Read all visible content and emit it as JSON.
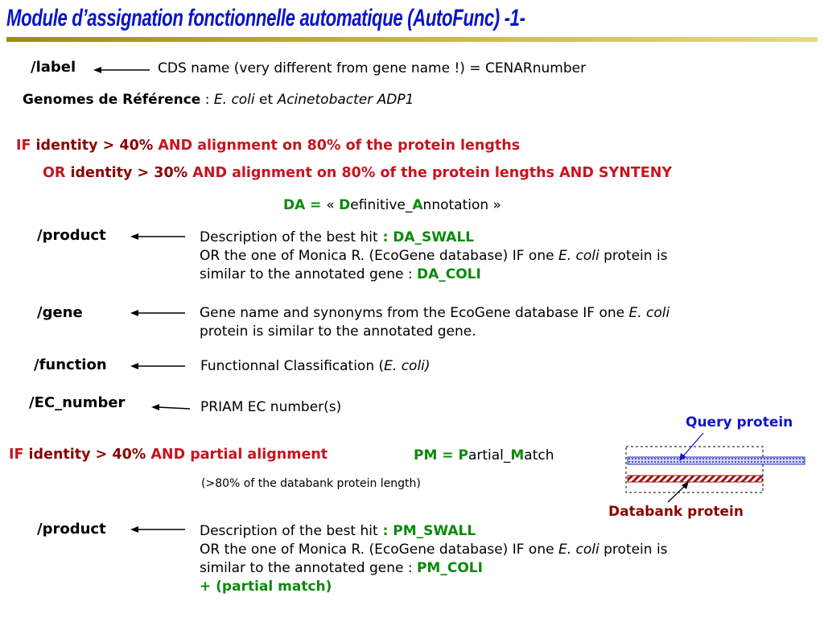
{
  "title": "Module d’assignation fonctionnelle automatique (AutoFunc) -1-",
  "label": {
    "tag": "/label",
    "desc": "CDS name (very different from gene name !) = CENARnumber"
  },
  "genomes": {
    "heading": "Genomes de Référence",
    "sep": " : ",
    "g1": "E. coli",
    "and": " et ",
    "g2": "Acinetobacter ADP1"
  },
  "rule1": {
    "if": "IF",
    "identity": " identity > 40% ",
    "and": "AND",
    "rest": " alignment on 80% of the protein lengths"
  },
  "rule2": {
    "or": "OR",
    "identity": " identity > 30% ",
    "and": "AND",
    "rest": " alignment on 80% of the protein lengths ",
    "and2": "AND SYNTENY"
  },
  "da": {
    "code": "DA = ",
    "open": "« ",
    "d": "D",
    "efinitive": "efinitive_",
    "a": "A",
    "nnotation": "nnotation »"
  },
  "product1": {
    "tag": "/product",
    "line1": "Description of the best hit",
    "code1": " : DA_SWALL",
    "line2a": "OR the one of Monica R. (EcoGene database) IF one ",
    "line2b": "E. coli",
    "line2c": " protein is",
    "line3": "similar to the annotated gene : ",
    "code2": "DA_COLI"
  },
  "gene": {
    "tag": "/gene",
    "line1a": "Gene name and synonyms from the EcoGene database IF one ",
    "line1b": "E. coli",
    "line2": "protein is similar to the annotated gene."
  },
  "function": {
    "tag": "/function",
    "text": "Functionnal Classification (",
    "ital": "E. coli)"
  },
  "ec": {
    "tag": "/EC_number",
    "text": "PRIAM EC number(s)"
  },
  "rule3": {
    "if": "IF",
    "identity": " identity > 40% ",
    "and": "AND",
    "rest": " partial alignment"
  },
  "pm": {
    "code": "PM = ",
    "p": "P",
    "artial": "artial_",
    "m": "M",
    "atch": "atch",
    "note": "(>80% of the databank protein length)"
  },
  "diagram": {
    "query": "Query protein",
    "databank": "Databank protein",
    "query_color": "#2828c8",
    "databank_color": "#a01414"
  },
  "product2": {
    "tag": "/product",
    "line1": "Description of the best hit",
    "code1": " : PM_SWALL",
    "line2a": "OR the one of Monica R. (EcoGene database) IF one ",
    "line2b": "E. coli",
    "line2c": " protein is",
    "line3": "similar to the annotated gene : ",
    "code2": "PM_COLI",
    "line4": "+ (partial match)"
  }
}
